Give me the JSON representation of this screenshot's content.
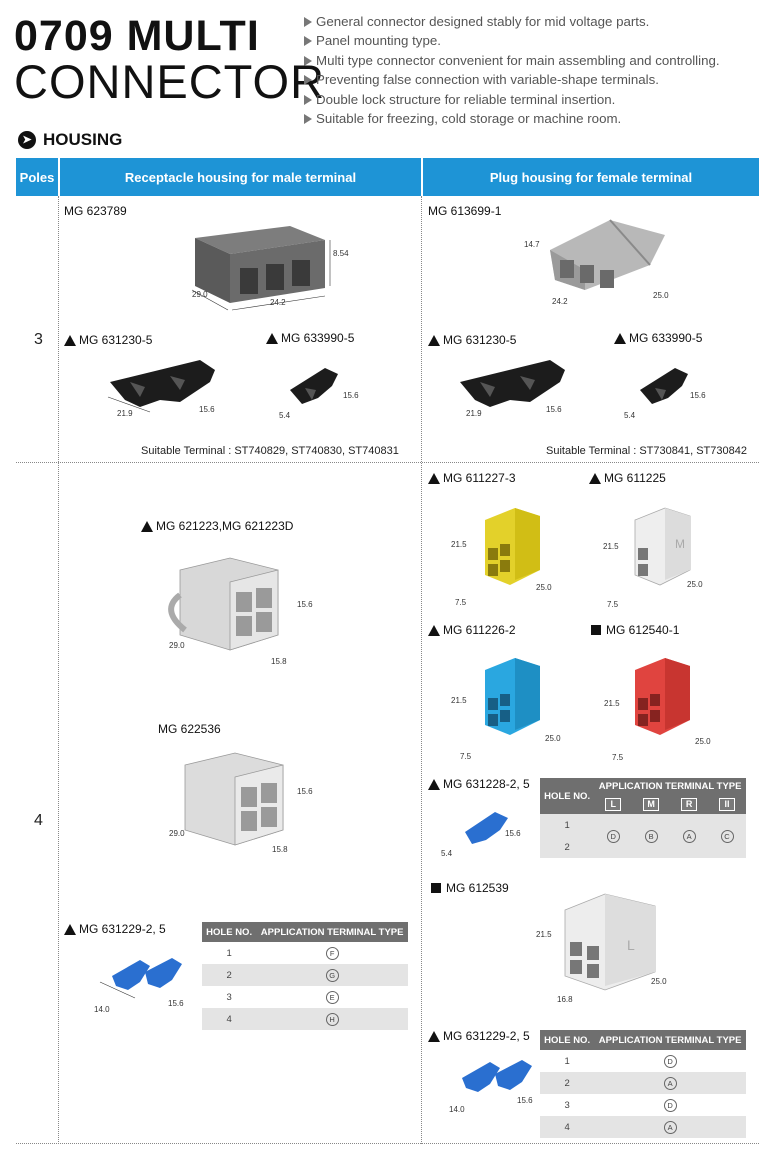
{
  "title": {
    "line1": "0709 MULTI",
    "line2": "CONNECTOR"
  },
  "features": [
    "General connector designed stably for mid voltage parts.",
    "Panel mounting type.",
    "Multi type connector convenient for main assembling and controlling.",
    "Preventing false connection with variable-shape terminals.",
    "Double lock structure for reliable terminal insertion.",
    "Suitable for freezing, cold storage or machine room."
  ],
  "section": {
    "title": "HOUSING"
  },
  "table_header": {
    "poles": "Poles",
    "receptacle": "Receptacle housing for  male terminal",
    "plug": "Plug housing for female terminal"
  },
  "pole3": {
    "poles": "3",
    "recept": {
      "part": "MG 623789",
      "dims": [
        "8.54",
        "29.0",
        "24.2"
      ],
      "retainer1": {
        "part": "MG 631230-5",
        "dims": [
          "21.9",
          "15.6"
        ]
      },
      "retainer2": {
        "part": "MG 633990-5",
        "dims": [
          "15.6",
          "5.4"
        ]
      },
      "suitable": "Suitable Terminal : ST740829, ST740830, ST740831"
    },
    "plug": {
      "part": "MG 613699-1",
      "dims": [
        "14.7",
        "24.2",
        "25.0"
      ],
      "retainer1": {
        "part": "MG 631230-5",
        "dims": [
          "21.9",
          "15.6"
        ]
      },
      "retainer2": {
        "part": "MG 633990-5",
        "dims": [
          "15.6",
          "5.4"
        ]
      },
      "suitable": "Suitable Terminal : ST730841, ST730842"
    }
  },
  "pole4": {
    "poles": "4",
    "recept": {
      "part1": {
        "label": "MG 621223,MG 621223D",
        "dims": [
          "15.6",
          "29.0",
          "15.8"
        ]
      },
      "part2": {
        "label": "MG 622536",
        "dims": [
          "15.6",
          "29.0",
          "15.8"
        ]
      },
      "retainer": {
        "label": "MG 631229-2, 5",
        "dims": [
          "14.0",
          "15.6"
        ],
        "table_headers": [
          "HOLE NO.",
          "APPLICATION TERMINAL TYPE"
        ],
        "rows": [
          [
            "1",
            "F"
          ],
          [
            "2",
            "G"
          ],
          [
            "3",
            "E"
          ],
          [
            "4",
            "H"
          ]
        ]
      }
    },
    "plug": {
      "yellow": {
        "label": "MG 611227-3",
        "dims": [
          "21.5",
          "25.0",
          "7.5"
        ]
      },
      "white": {
        "label": "MG 611225",
        "dims": [
          "21.5",
          "25.0",
          "7.5"
        ],
        "mark": "M"
      },
      "blue": {
        "label": "MG 611226-2",
        "dims": [
          "21.5",
          "25.0",
          "7.5"
        ]
      },
      "red": {
        "label": "MG 612540-1",
        "dims": [
          "21.5",
          "25.0",
          "7.5"
        ]
      },
      "retainer1": {
        "label": "MG 631228-2, 5",
        "dims": [
          "15.6",
          "5.4"
        ],
        "hole_header": "HOLE NO.",
        "app_header": "APPLICATION TERMINAL TYPE",
        "types": [
          "L",
          "M",
          "R",
          "II"
        ],
        "rows": [
          "1",
          "2"
        ],
        "values": [
          "D",
          "B",
          "A",
          "C"
        ]
      },
      "large": {
        "label": "MG 612539",
        "dims": [
          "21.5",
          "25.0",
          "16.8"
        ],
        "mark": "L"
      },
      "retainer2": {
        "label": "MG 631229-2, 5",
        "dims": [
          "14.0",
          "15.6"
        ],
        "table_headers": [
          "HOLE NO.",
          "APPLICATION TERMINAL TYPE"
        ],
        "rows": [
          [
            "1",
            "D"
          ],
          [
            "2",
            "A"
          ],
          [
            "3",
            "D"
          ],
          [
            "4",
            "A"
          ]
        ]
      }
    }
  },
  "colors": {
    "header_blue": "#1e94d6",
    "table_header_gray": "#6f6f6f",
    "yellow": "#e3d12a",
    "blue": "#2aa7e0",
    "red": "#e0443f",
    "retainer_blue": "#2a6fd0"
  }
}
